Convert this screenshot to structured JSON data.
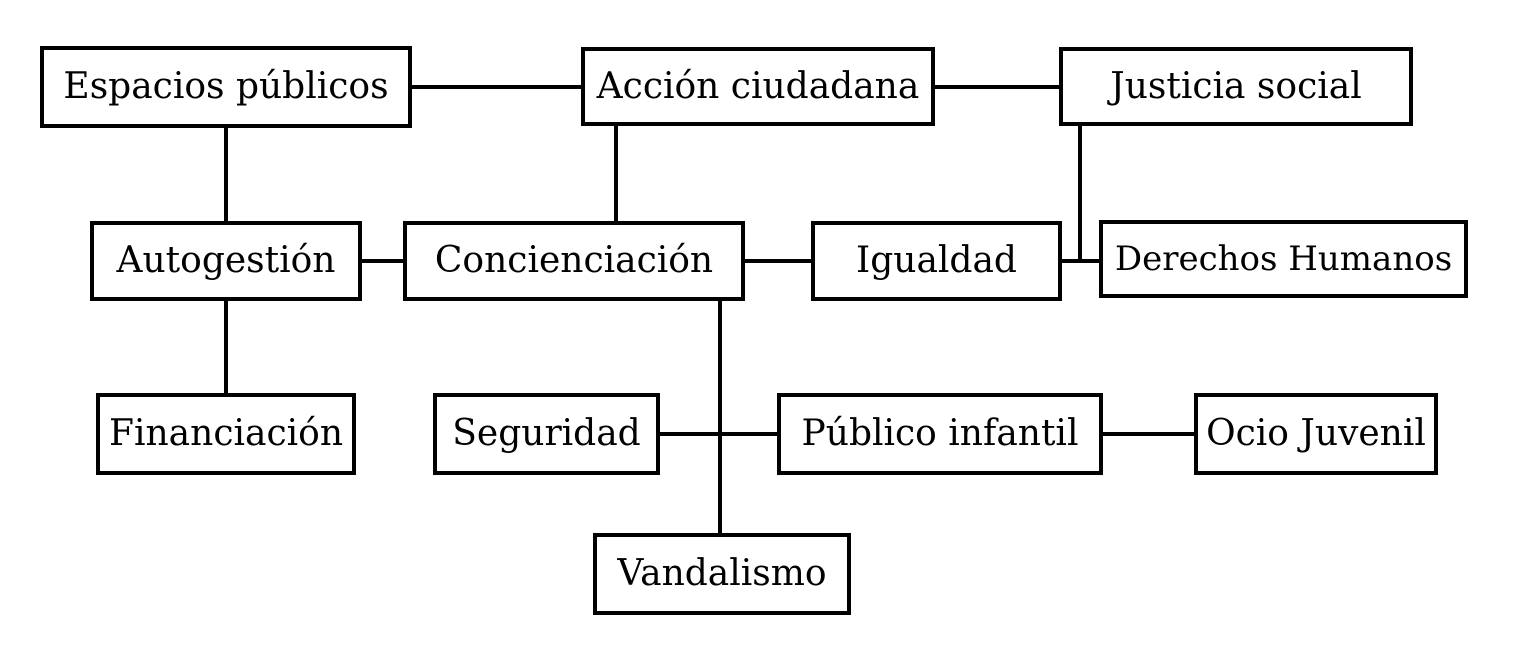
{
  "diagram": {
    "nodes": {
      "espacios_publicos": "Espacios públicos",
      "accion_ciudadana": "Acción ciudadana",
      "justicia_social": "Justicia social",
      "autogestion": "Autogestión",
      "concienciacion": "Concienciación",
      "igualdad": "Igualdad",
      "derechos_humanos": "Derechos Humanos",
      "financiacion": "Financiación",
      "seguridad": "Seguridad",
      "publico_infantil": "Público infantil",
      "ocio_juvenil": "Ocio Juvenil",
      "vandalismo": "Vandalismo"
    },
    "colors": {
      "stroke": "#000000",
      "background": "#ffffff"
    }
  }
}
